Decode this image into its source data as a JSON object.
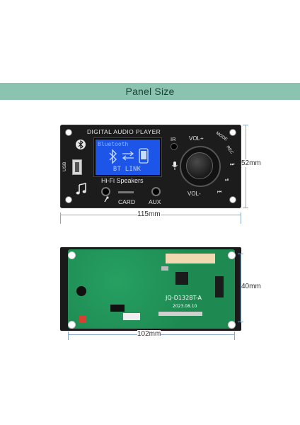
{
  "banner": {
    "title": "Panel Size"
  },
  "front_panel": {
    "title": "DIGITAL AUDIO PLAYER",
    "lcd_top_text": "Bluetooth",
    "lcd_bottom_text": "BT LINK",
    "caption": "Hi-Fi Speakers",
    "label_ir": "IR",
    "label_vol_plus": "VOL+",
    "label_vol_minus": "VOL-",
    "label_mode": "MODE",
    "label_rec": "REC",
    "label_card": "CARD",
    "label_aux": "AUX",
    "label_usb": "USB"
  },
  "back_board": {
    "model": "JQ-D132BT-A",
    "date": "2023.08.10"
  },
  "dimensions": {
    "front_width": "115mm",
    "front_height": "52mm",
    "back_width": "102mm",
    "back_height": "40mm"
  }
}
